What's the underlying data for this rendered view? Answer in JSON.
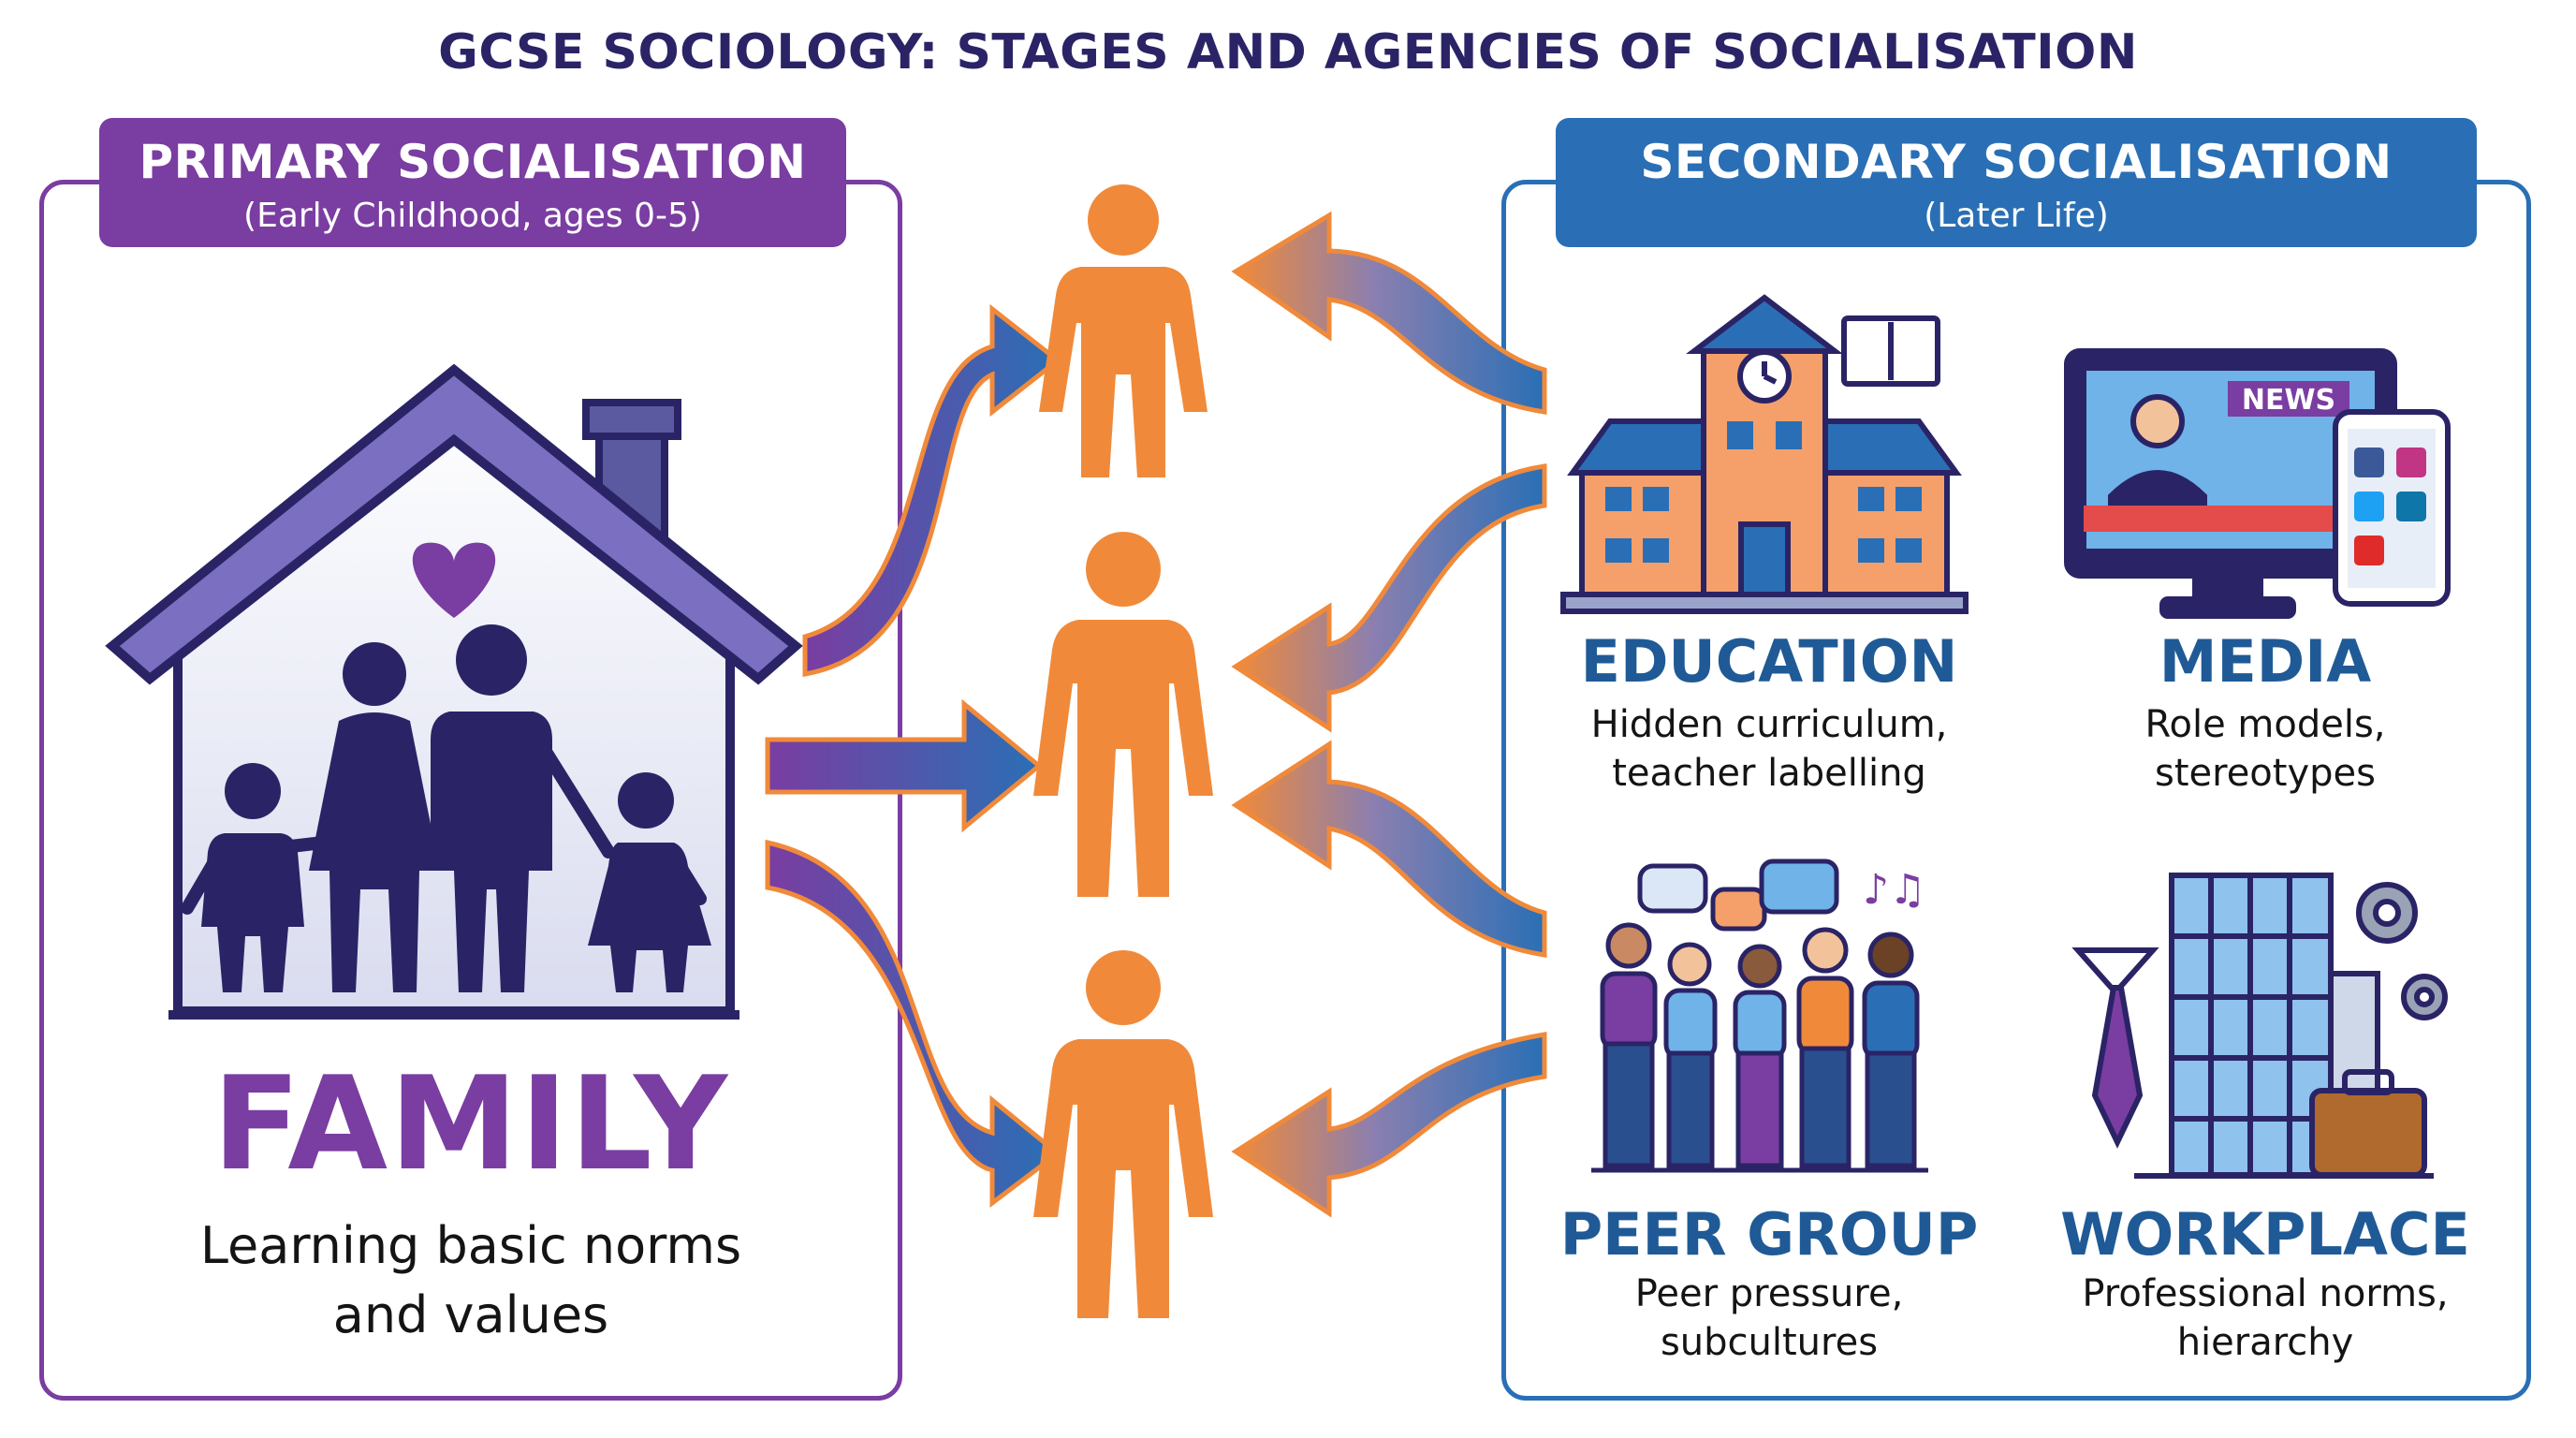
{
  "title": "GCSE SOCIOLOGY: STAGES AND AGENCIES OF SOCIALISATION",
  "primary": {
    "heading": "PRIMARY SOCIALISATION",
    "subheading": "(Early Childhood, ages 0-5)",
    "agency": {
      "name": "FAMILY",
      "line1": "Learning basic norms",
      "line2": "and values",
      "icon": "house-family-icon"
    }
  },
  "secondary": {
    "heading": "SECONDARY SOCIALISATION",
    "subheading": "(Later Life)",
    "agencies": [
      {
        "name": "EDUCATION",
        "line1": "Hidden curriculum,",
        "line2": "teacher labelling",
        "icon": "school-building-icon"
      },
      {
        "name": "MEDIA",
        "line1": "Role models,",
        "line2": "stereotypes",
        "icon": "tv-phone-icon"
      },
      {
        "name": "PEER GROUP",
        "line1": "Peer pressure,",
        "line2": "subcultures",
        "icon": "friends-group-icon"
      },
      {
        "name": "WORKPLACE",
        "line1": "Professional norms,",
        "line2": "hierarchy",
        "icon": "office-tie-briefcase-icon"
      }
    ]
  },
  "media_icon_text": "NEWS",
  "colors": {
    "primary": "#7a3da1",
    "secondary": "#2a6fb5",
    "person": "#f08a3a",
    "title": "#2a2466"
  }
}
